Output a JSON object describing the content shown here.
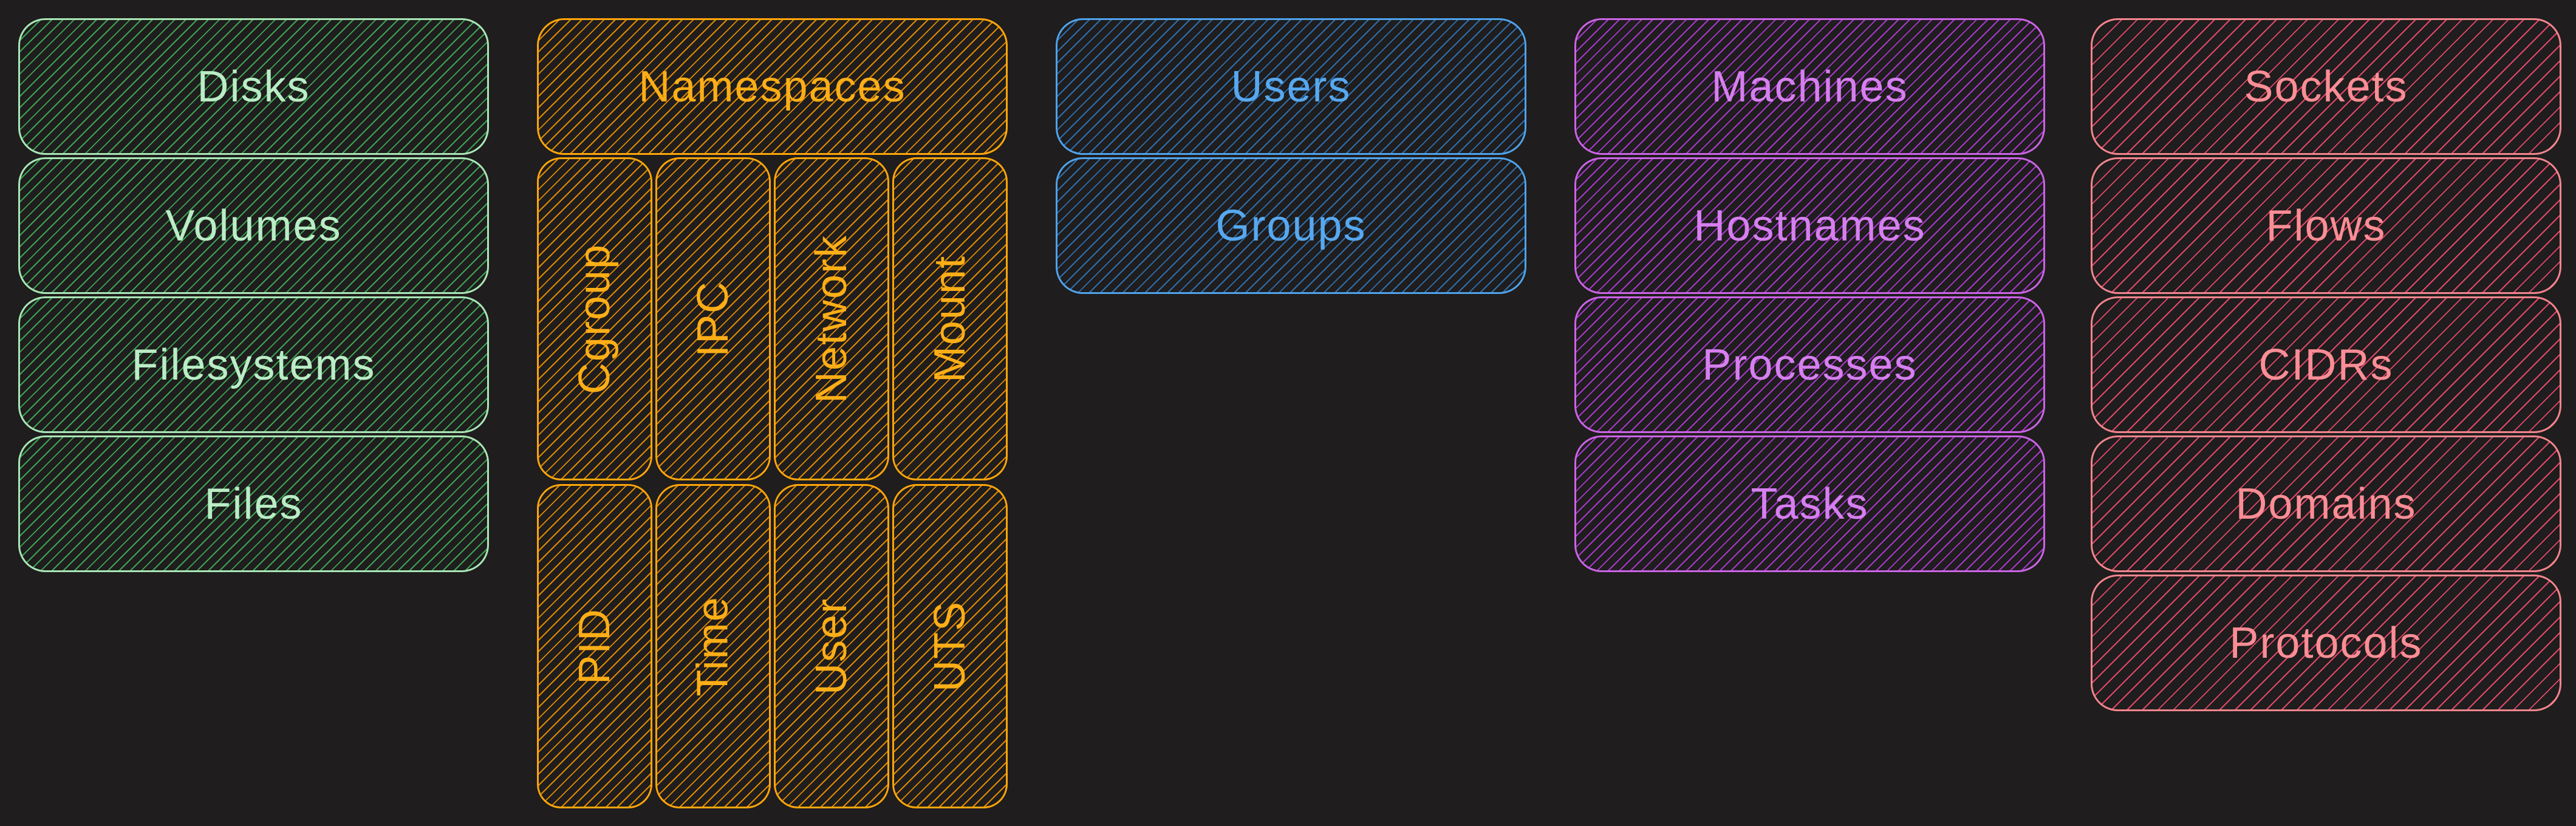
{
  "palette": {
    "background": "#1f1d1d",
    "storage_green": {
      "text": "#b9edc5",
      "border": "#a9e6b6",
      "hatch": "#3da455"
    },
    "namespace_orange": {
      "text": "#fdae17",
      "border": "#ffa60a",
      "hatch": "#e08a00"
    },
    "identity_blue": {
      "text": "#57a8f0",
      "border": "#4fa3ec",
      "hatch": "#2e6fae"
    },
    "machine_purple": {
      "text": "#d67ff0",
      "border": "#cb64e6",
      "hatch": "#a838ce"
    },
    "network_red": {
      "text": "#fa8d95",
      "border": "#f2858e",
      "hatch": "#e4486c"
    }
  },
  "diagram": {
    "storage_column": {
      "items": [
        "Disks",
        "Volumes",
        "Filesystems",
        "Files"
      ]
    },
    "namespaces_group": {
      "header": "Namespaces",
      "row1": [
        "Cgroup",
        "IPC",
        "Network",
        "Mount"
      ],
      "row2": [
        "PID",
        "Time",
        "User",
        "UTS"
      ]
    },
    "identity_column": {
      "items": [
        "Users",
        "Groups"
      ]
    },
    "machine_column": {
      "items": [
        "Machines",
        "Hostnames",
        "Processes",
        "Tasks"
      ]
    },
    "network_column": {
      "items": [
        "Sockets",
        "Flows",
        "CIDRs",
        "Domains",
        "Protocols"
      ]
    }
  }
}
